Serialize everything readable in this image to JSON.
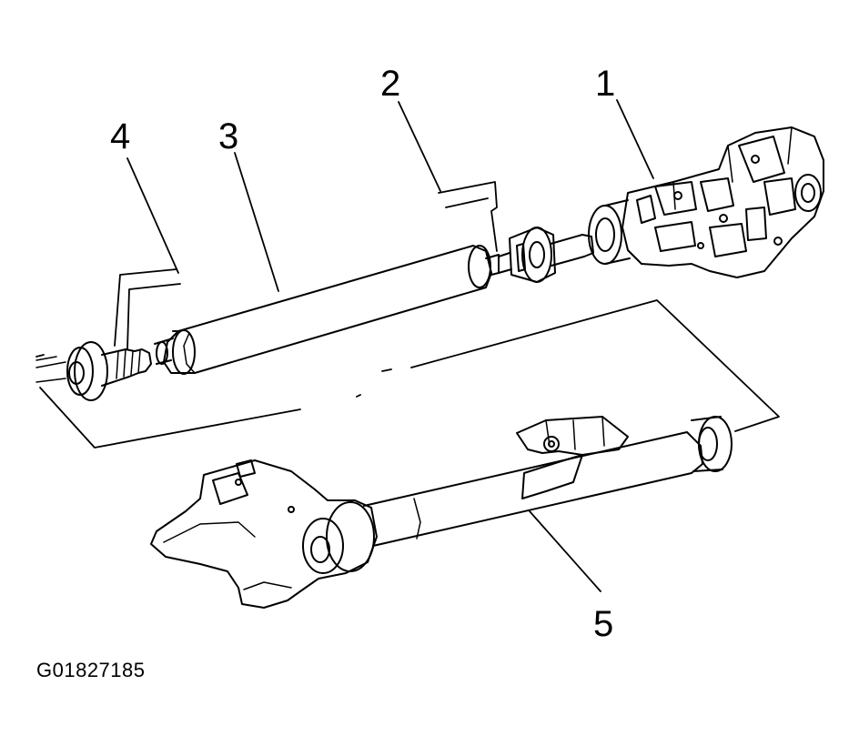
{
  "callouts": {
    "c1": "1",
    "c2": "2",
    "c3": "3",
    "c4": "4",
    "c5": "5"
  },
  "figure_id": "G01827185",
  "colors": {
    "line": "#000000",
    "background": "#ffffff"
  }
}
